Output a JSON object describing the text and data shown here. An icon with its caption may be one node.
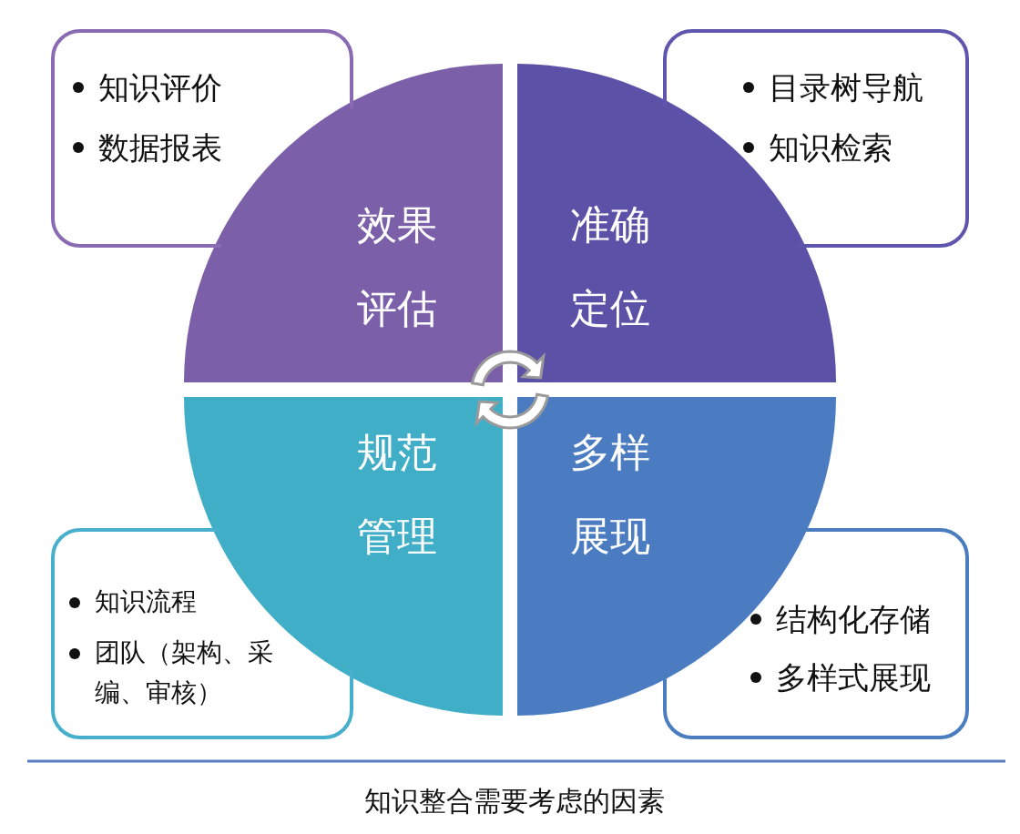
{
  "diagram": {
    "caption": "知识整合需要考虑的因素",
    "nodes": [
      {
        "text": [
          "知识评价",
          "数据报表"
        ]
      },
      {
        "text": [
          "目录树导航",
          "知识检索"
        ]
      },
      {
        "text": [
          "效果评估"
        ]
      },
      {
        "text": [
          "准确定位"
        ]
      },
      {
        "text": [
          "规范管理"
        ]
      },
      {
        "text": [
          "多样展现"
        ]
      },
      {
        "text": [
          "知识流程",
          "团队（架构、采编、审核）"
        ]
      },
      {
        "text": [
          "结构化存储",
          "多样式展现"
        ]
      }
    ]
  }
}
